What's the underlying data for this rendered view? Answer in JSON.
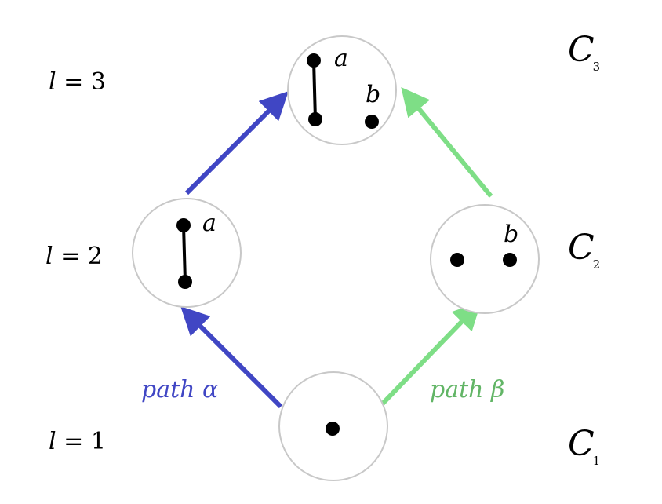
{
  "levels": {
    "l1": {
      "var": "l",
      "rest": " = 1"
    },
    "l2": {
      "var": "l",
      "rest": " = 2"
    },
    "l3": {
      "var": "l",
      "rest": " = 3"
    }
  },
  "configurations": {
    "c1": {
      "letter": "C",
      "sub": "1"
    },
    "c2": {
      "letter": "C",
      "sub": "2"
    },
    "c3": {
      "letter": "C",
      "sub": "3"
    }
  },
  "nodes": {
    "a": "a",
    "b": "b"
  },
  "paths": {
    "alpha": {
      "label": "path α",
      "color": "#4046c4"
    },
    "beta": {
      "label": "path β",
      "color": "#62b566"
    }
  },
  "colors": {
    "alpha_arrow": "#4046c4",
    "beta_arrow": "#7ede86",
    "bubble_stroke": "#c8c8c8",
    "dot": "#000000"
  }
}
